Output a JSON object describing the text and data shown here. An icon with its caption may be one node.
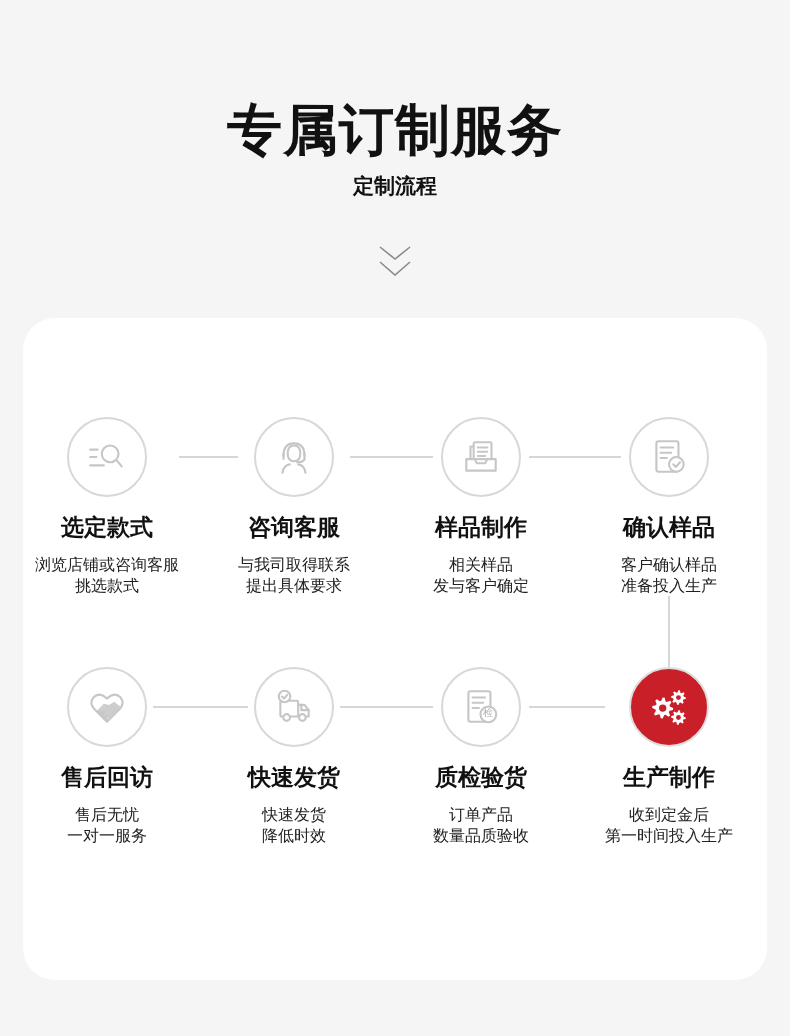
{
  "diagram": {
    "title": "专属订制服务",
    "nodes": [
      {
        "text": [
          "选定款式",
          "浏览店铺或咨询客服挑选款式"
        ]
      },
      {
        "text": [
          "咨询客服",
          "与我司取得联系提出具体要求"
        ]
      },
      {
        "text": [
          "样品制作",
          "相关样品发与客户确定"
        ]
      },
      {
        "text": [
          "确认样品",
          "客户确认样品准备投入生产"
        ]
      },
      {
        "text": [
          "售后回访",
          "售后无忧一对一服务"
        ]
      },
      {
        "text": [
          "快速发货",
          "快速发货降低时效"
        ]
      },
      {
        "text": [
          "检",
          "质检验货",
          "订单产品数量品质验收"
        ]
      },
      {
        "text": [
          "生产制作",
          "收到定金后第一时间投入生产"
        ]
      }
    ],
    "edges": [
      {
        "from": 0,
        "to": 1,
        "arrow": "none"
      },
      {
        "from": 1,
        "to": 2,
        "arrow": "none"
      },
      {
        "from": 2,
        "to": 3,
        "arrow": "none"
      },
      {
        "from": 3,
        "to": 7,
        "arrow": "none"
      },
      {
        "from": 7,
        "to": 6,
        "arrow": "none"
      },
      {
        "from": 6,
        "to": 5,
        "arrow": "none"
      },
      {
        "from": 5,
        "to": 4,
        "arrow": "none"
      }
    ],
    "labels": [
      "定制流程"
    ]
  }
}
